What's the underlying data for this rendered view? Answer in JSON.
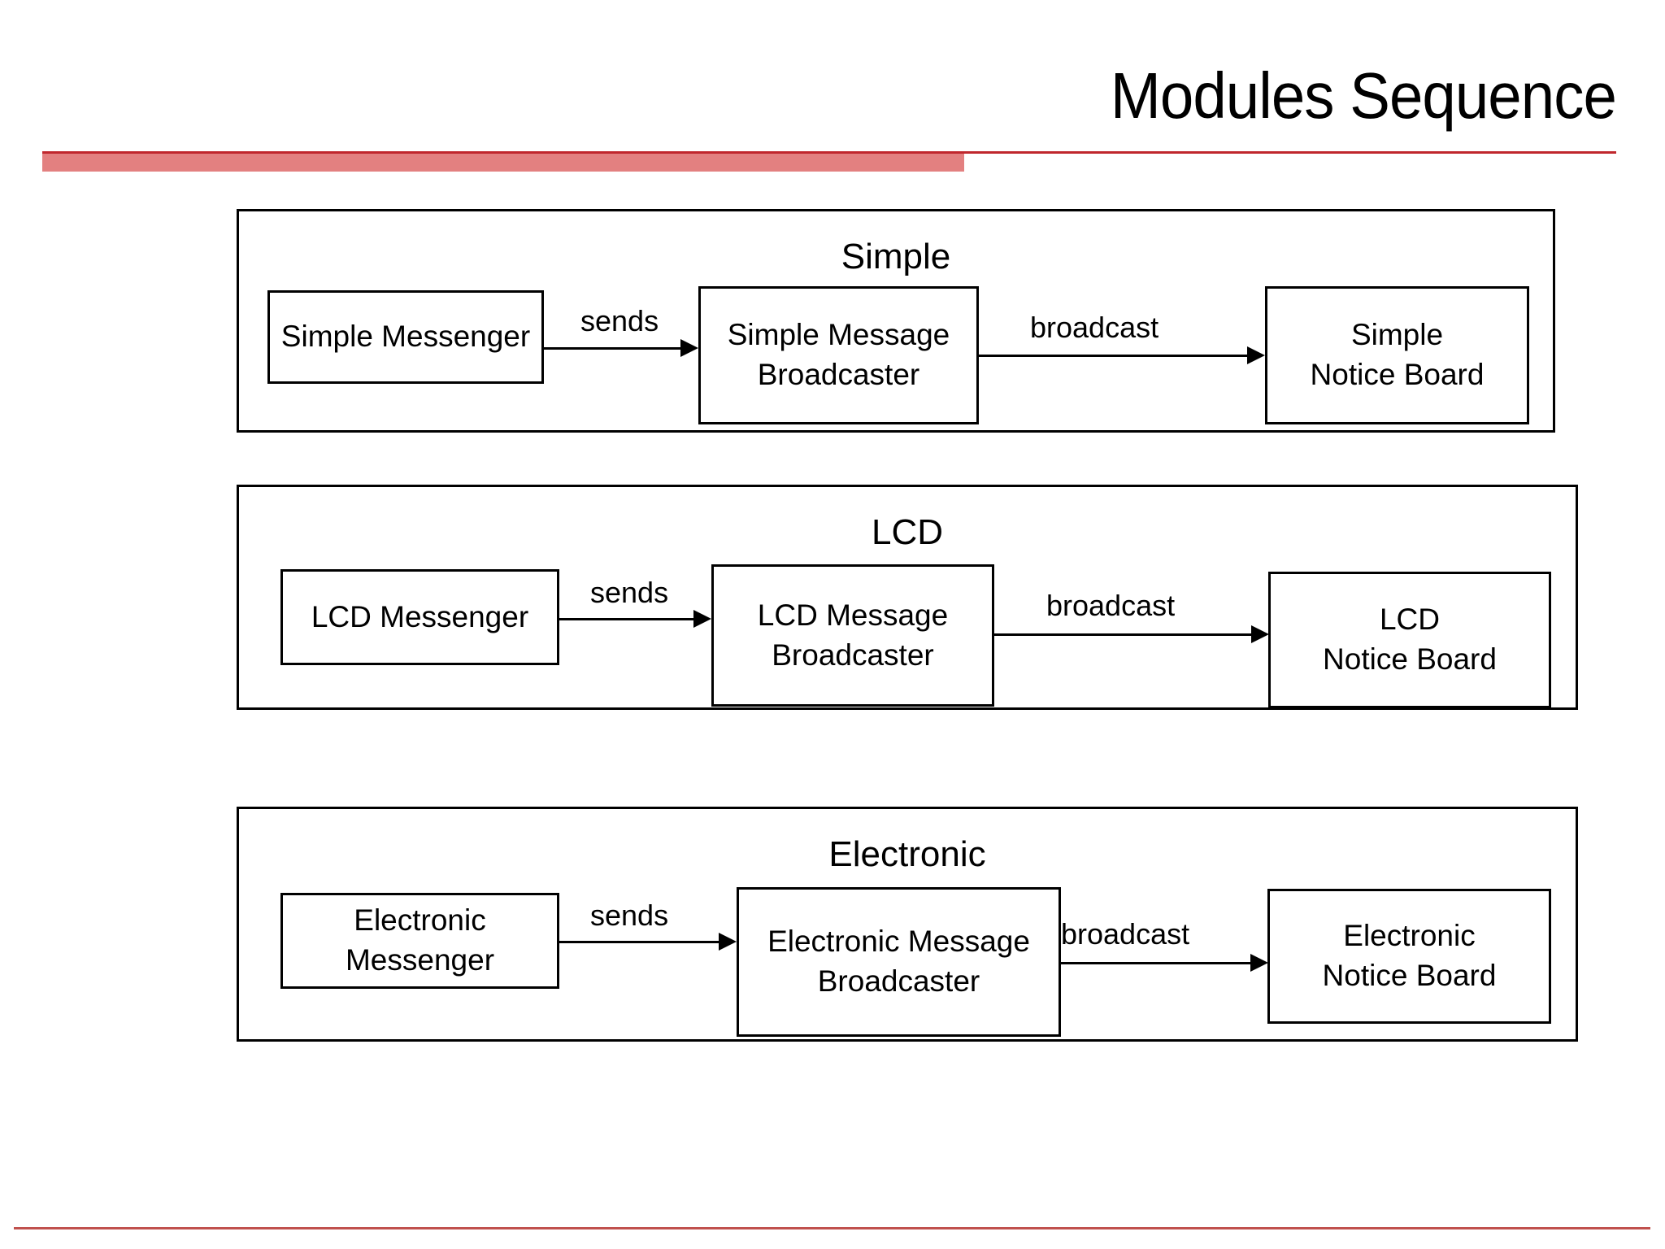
{
  "slide": {
    "title": "Modules Sequence",
    "accent_color": "#c0272d",
    "accent_bar_color": "#e38080",
    "footer_rule_color": "#c0514d"
  },
  "groups": [
    {
      "id": "simple",
      "title": "Simple",
      "nodes": [
        {
          "id": "simple-messenger",
          "lines": [
            "Simple Messenger"
          ]
        },
        {
          "id": "simple-message-broadcaster",
          "lines": [
            "Simple Message",
            "Broadcaster"
          ]
        },
        {
          "id": "simple-notice-board",
          "lines": [
            "Simple",
            "Notice Board"
          ]
        }
      ],
      "arrows": [
        {
          "id": "simple-sends",
          "label": "sends"
        },
        {
          "id": "simple-broadcast",
          "label": "broadcast"
        }
      ]
    },
    {
      "id": "lcd",
      "title": "LCD",
      "nodes": [
        {
          "id": "lcd-messenger",
          "lines": [
            "LCD Messenger"
          ]
        },
        {
          "id": "lcd-message-broadcaster",
          "lines": [
            "LCD Message",
            "Broadcaster"
          ]
        },
        {
          "id": "lcd-notice-board",
          "lines": [
            "LCD",
            "Notice Board"
          ]
        }
      ],
      "arrows": [
        {
          "id": "lcd-sends",
          "label": "sends"
        },
        {
          "id": "lcd-broadcast",
          "label": "broadcast"
        }
      ]
    },
    {
      "id": "electronic",
      "title": "Electronic",
      "nodes": [
        {
          "id": "electronic-messenger",
          "lines": [
            "Electronic",
            "Messenger"
          ]
        },
        {
          "id": "electronic-message-broadcaster",
          "lines": [
            "Electronic Message",
            "Broadcaster"
          ]
        },
        {
          "id": "electronic-notice-board",
          "lines": [
            "Electronic",
            "Notice Board"
          ]
        }
      ],
      "arrows": [
        {
          "id": "electronic-sends",
          "label": "sends"
        },
        {
          "id": "electronic-broadcast",
          "label": "broadcast"
        }
      ]
    }
  ]
}
